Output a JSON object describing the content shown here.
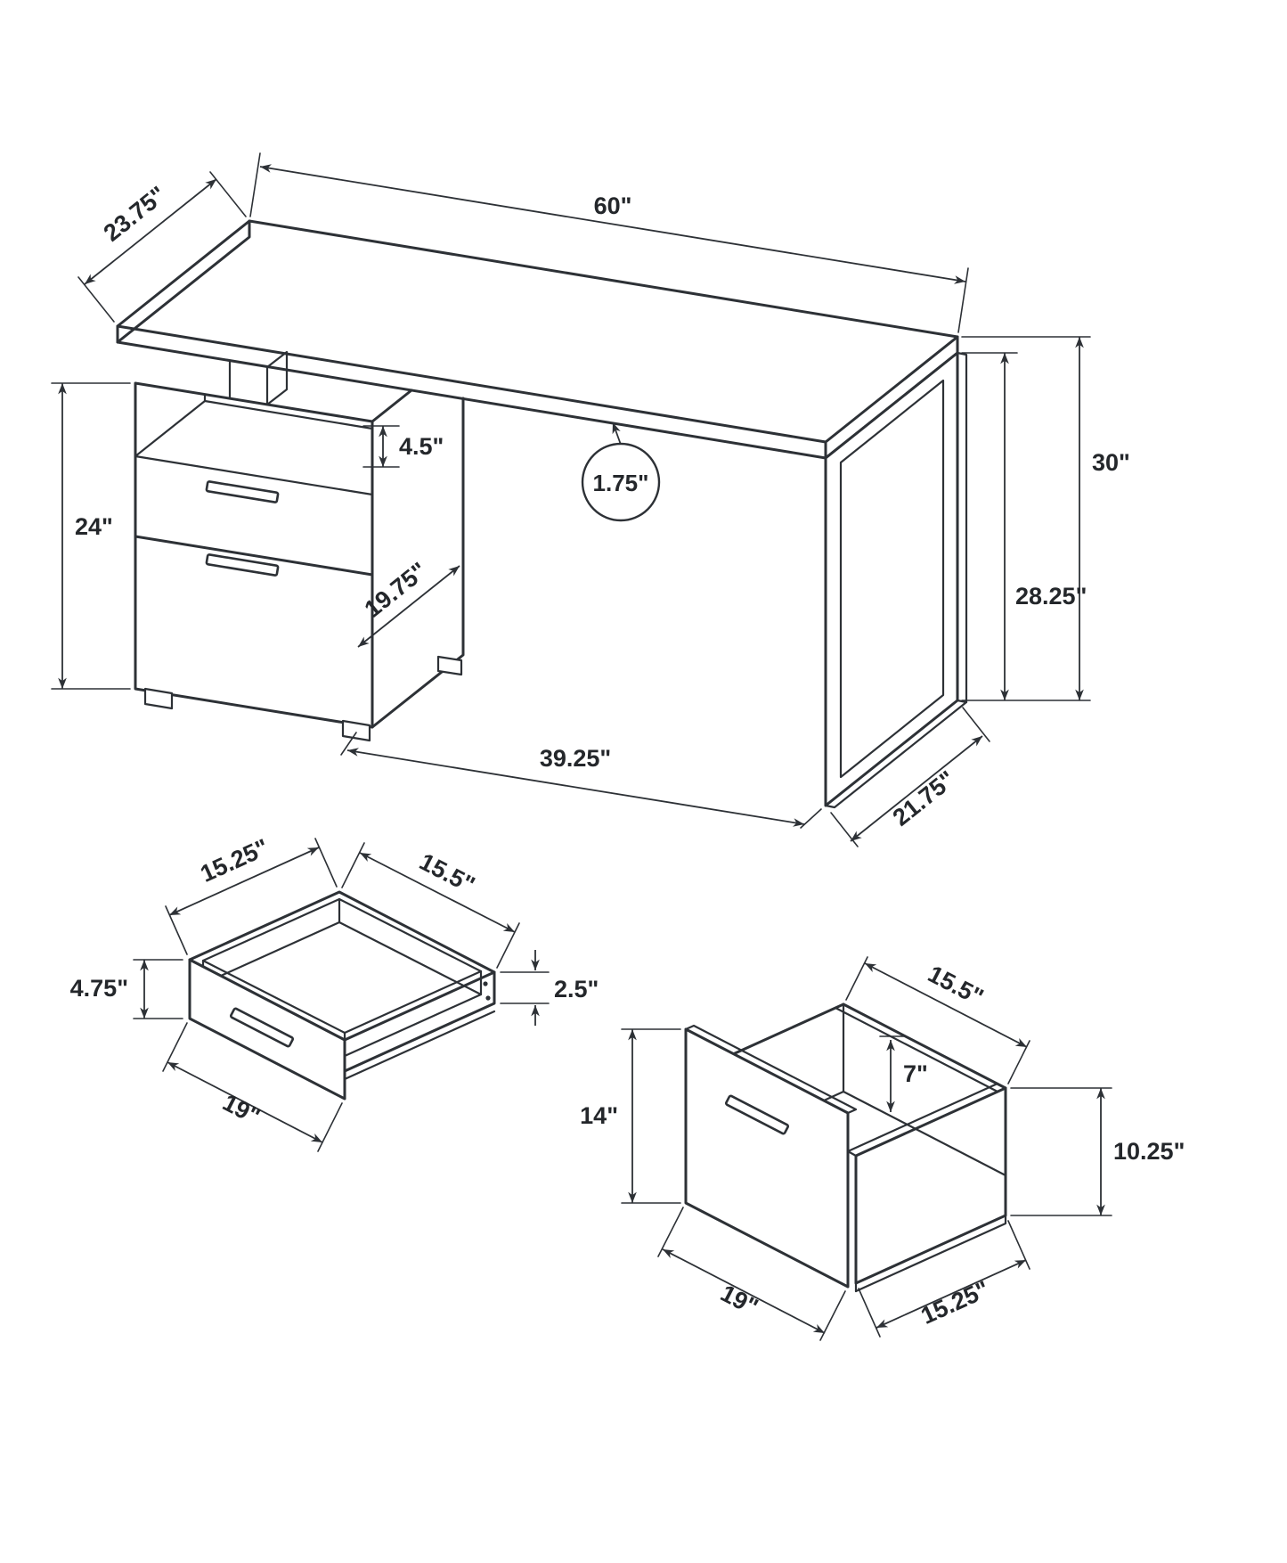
{
  "colors": {
    "ink": "#2d3136",
    "background": "#ffffff"
  },
  "views": {
    "desk": {
      "dims": {
        "top_length": "60\"",
        "top_depth": "23.75\"",
        "overall_height": "30\"",
        "frame_height": "28.25\"",
        "cabinet_height": "24\"",
        "cubby_height": "4.5\"",
        "top_thickness": "1.75\"",
        "cabinet_depth": "19.75\"",
        "kneehole_width": "39.25\"",
        "leg_depth": "21.75\""
      }
    },
    "top_drawer": {
      "dims": {
        "box_depth": "15.25\"",
        "box_width": "15.5\"",
        "front_height": "4.75\"",
        "box_height": "2.5\"",
        "front_width": "19\""
      }
    },
    "file_drawer": {
      "dims": {
        "box_width": "15.5\"",
        "inner_depth": "7\"",
        "front_height": "14\"",
        "box_height": "10.25\"",
        "front_width": "19\"",
        "box_depth": "15.25\""
      }
    }
  }
}
